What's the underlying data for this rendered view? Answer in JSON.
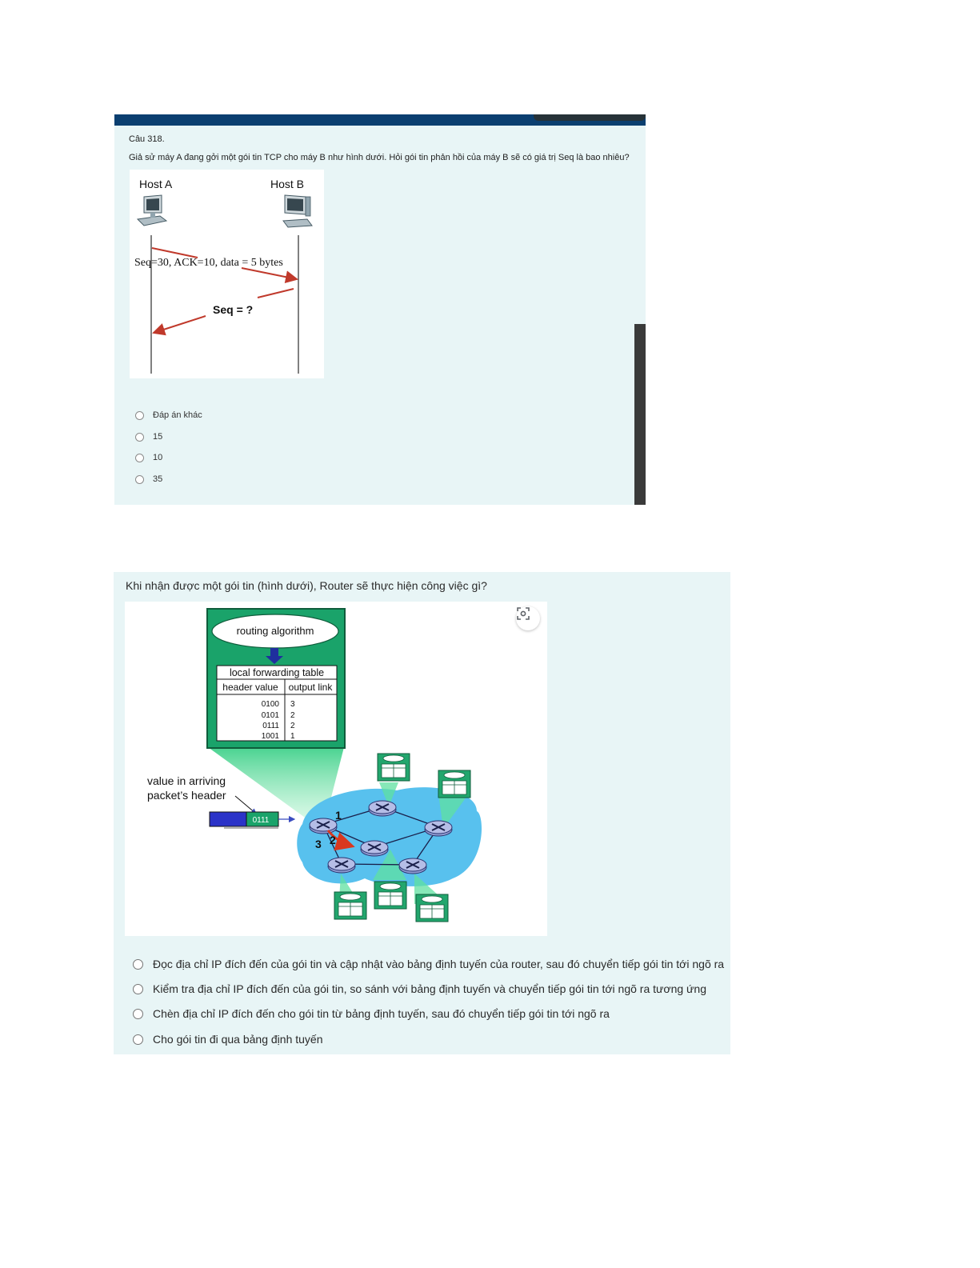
{
  "q1": {
    "number": "Câu 318.",
    "text": "Giả sử máy A đang gởi một gói tin TCP cho máy B như hình dưới. Hỏi gói tin phản hồi của máy B sẽ có giá trị Seq là bao nhiêu?",
    "diagram": {
      "host_a": "Host A",
      "host_b": "Host B",
      "message": "Seq=30, ACK=10, data = 5 bytes",
      "question": "Seq = ?"
    },
    "options": [
      "Đáp án khác",
      "15",
      "10",
      "35"
    ]
  },
  "q2": {
    "text": "Khi nhận được một gói tin (hình dưới), Router sẽ thực hiện công việc gì?",
    "diagram": {
      "routing_algorithm": "routing algorithm",
      "table_title": "local forwarding table",
      "col_header_value": "header value",
      "col_output_link": "output link",
      "rows": [
        {
          "value": "0100",
          "link": "3"
        },
        {
          "value": "0101",
          "link": "2"
        },
        {
          "value": "0111",
          "link": "2"
        },
        {
          "value": "1001",
          "link": "1"
        }
      ],
      "arriving_label_1": "value in arriving",
      "arriving_label_2": "packet’s header",
      "packet_value": "0111",
      "port_1": "1",
      "port_2": "2",
      "port_3": "3"
    },
    "lens_icon": "google-lens-icon",
    "options": [
      "Đọc địa chỉ IP đích đến của gói tin và cập nhật vào bảng định tuyến của router, sau đó chuyển tiếp gói tin tới ngõ ra",
      "Kiểm tra địa chỉ IP đích đến của gói tin, so sánh với bảng định tuyến và chuyển tiếp gói tin tới ngõ ra tương ứng",
      "Chèn địa chỉ IP đích đến cho gói tin từ bảng định tuyến, sau đó chuyển tiếp gói tin tới ngõ ra",
      "Cho gói tin đi qua bảng định tuyến"
    ]
  },
  "colors": {
    "card_bg": "#e8f5f6",
    "header_bar": "#0b3f70",
    "arrow_red": "#c0392b",
    "network_blue": "#5bc0f0",
    "table_green": "#1e9e6a"
  }
}
